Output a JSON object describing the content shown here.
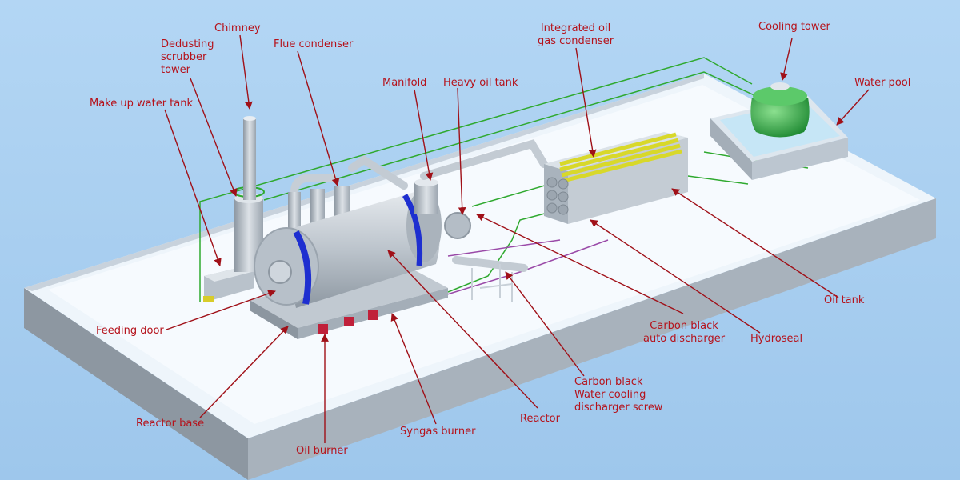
{
  "labels": {
    "chimney": "Chimney",
    "dedusting": "Dedusting\nscrubber\ntower",
    "make_up_water_tank": "Make up water tank",
    "flue_condenser": "Flue condenser",
    "manifold": "Manifold",
    "heavy_oil_tank": "Heavy oil tank",
    "integrated_condenser": "Integrated oil\ngas condenser",
    "cooling_tower": "Cooling tower",
    "water_pool": "Water pool",
    "oil_tank": "Oil tank",
    "hydroseal": "Hydroseal",
    "carbon_black_auto": "Carbon black\nauto discharger",
    "carbon_black_screw": "Carbon black\nWater cooling\ndischarger screw",
    "reactor": "Reactor",
    "syngas_burner": "Syngas burner",
    "oil_burner": "Oil burner",
    "reactor_base": "Reactor base",
    "feeding_door": "Feeding door"
  },
  "colors": {
    "label_text": "#b5121b",
    "arrow": "#a01018",
    "background": "#a9cff0",
    "pipe_line": "#2fa92f",
    "reactor_band": "#1e2fd0",
    "condenser_tubes": "#d8d82a",
    "cooling_tower": "#2fb34a"
  }
}
